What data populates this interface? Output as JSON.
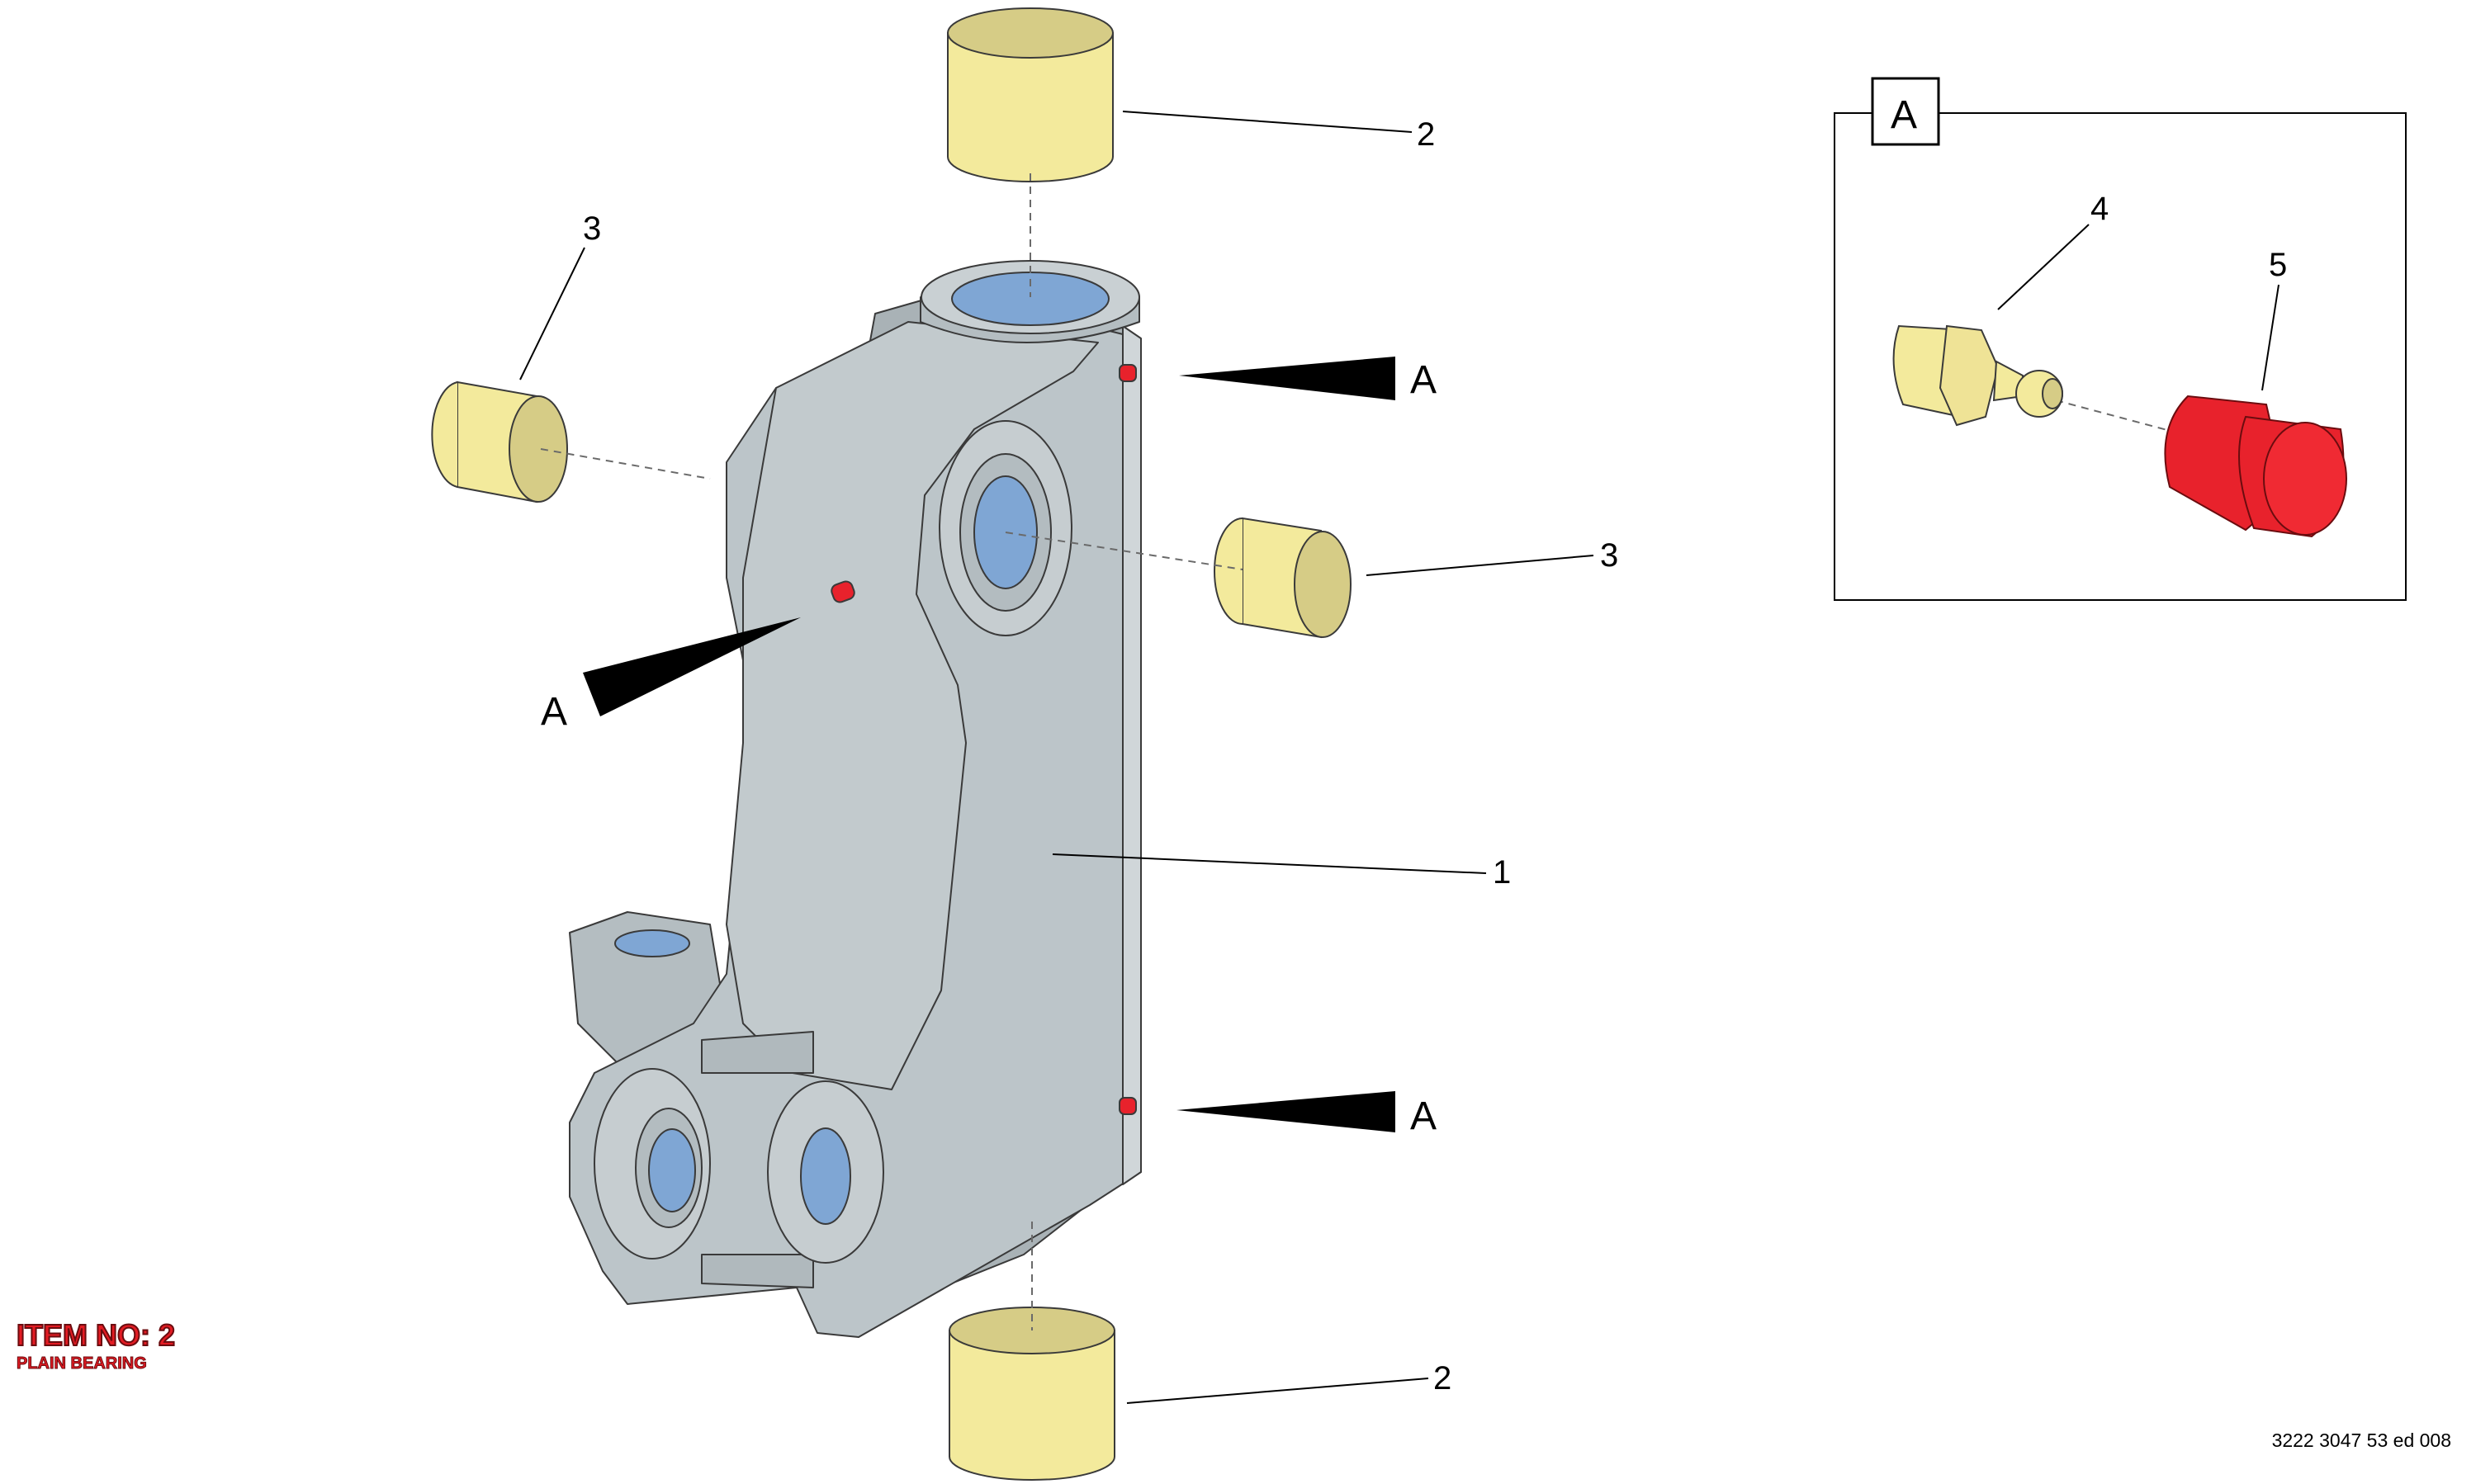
{
  "callouts": {
    "part_1": "1",
    "part_2_top": "2",
    "part_2_bottom": "2",
    "part_3_left": "3",
    "part_3_right": "3",
    "part_4": "4",
    "part_5": "5"
  },
  "detail_markers": {
    "top_right": "A",
    "left": "A",
    "bottom_right": "A"
  },
  "detail_box": {
    "label": "A"
  },
  "item_info": {
    "item_no": "ITEM NO: 2",
    "item_name": "PLAIN BEARING"
  },
  "drawing_id": "3222 3047 53 ed 008",
  "colors": {
    "housing": "#bcc5c9",
    "bore": "#7fa6d4",
    "bearing": "#f3ea9c",
    "bearing_shadow": "#d6cc86",
    "cap": "#e8222c",
    "highlight_text": "#e31b23"
  }
}
